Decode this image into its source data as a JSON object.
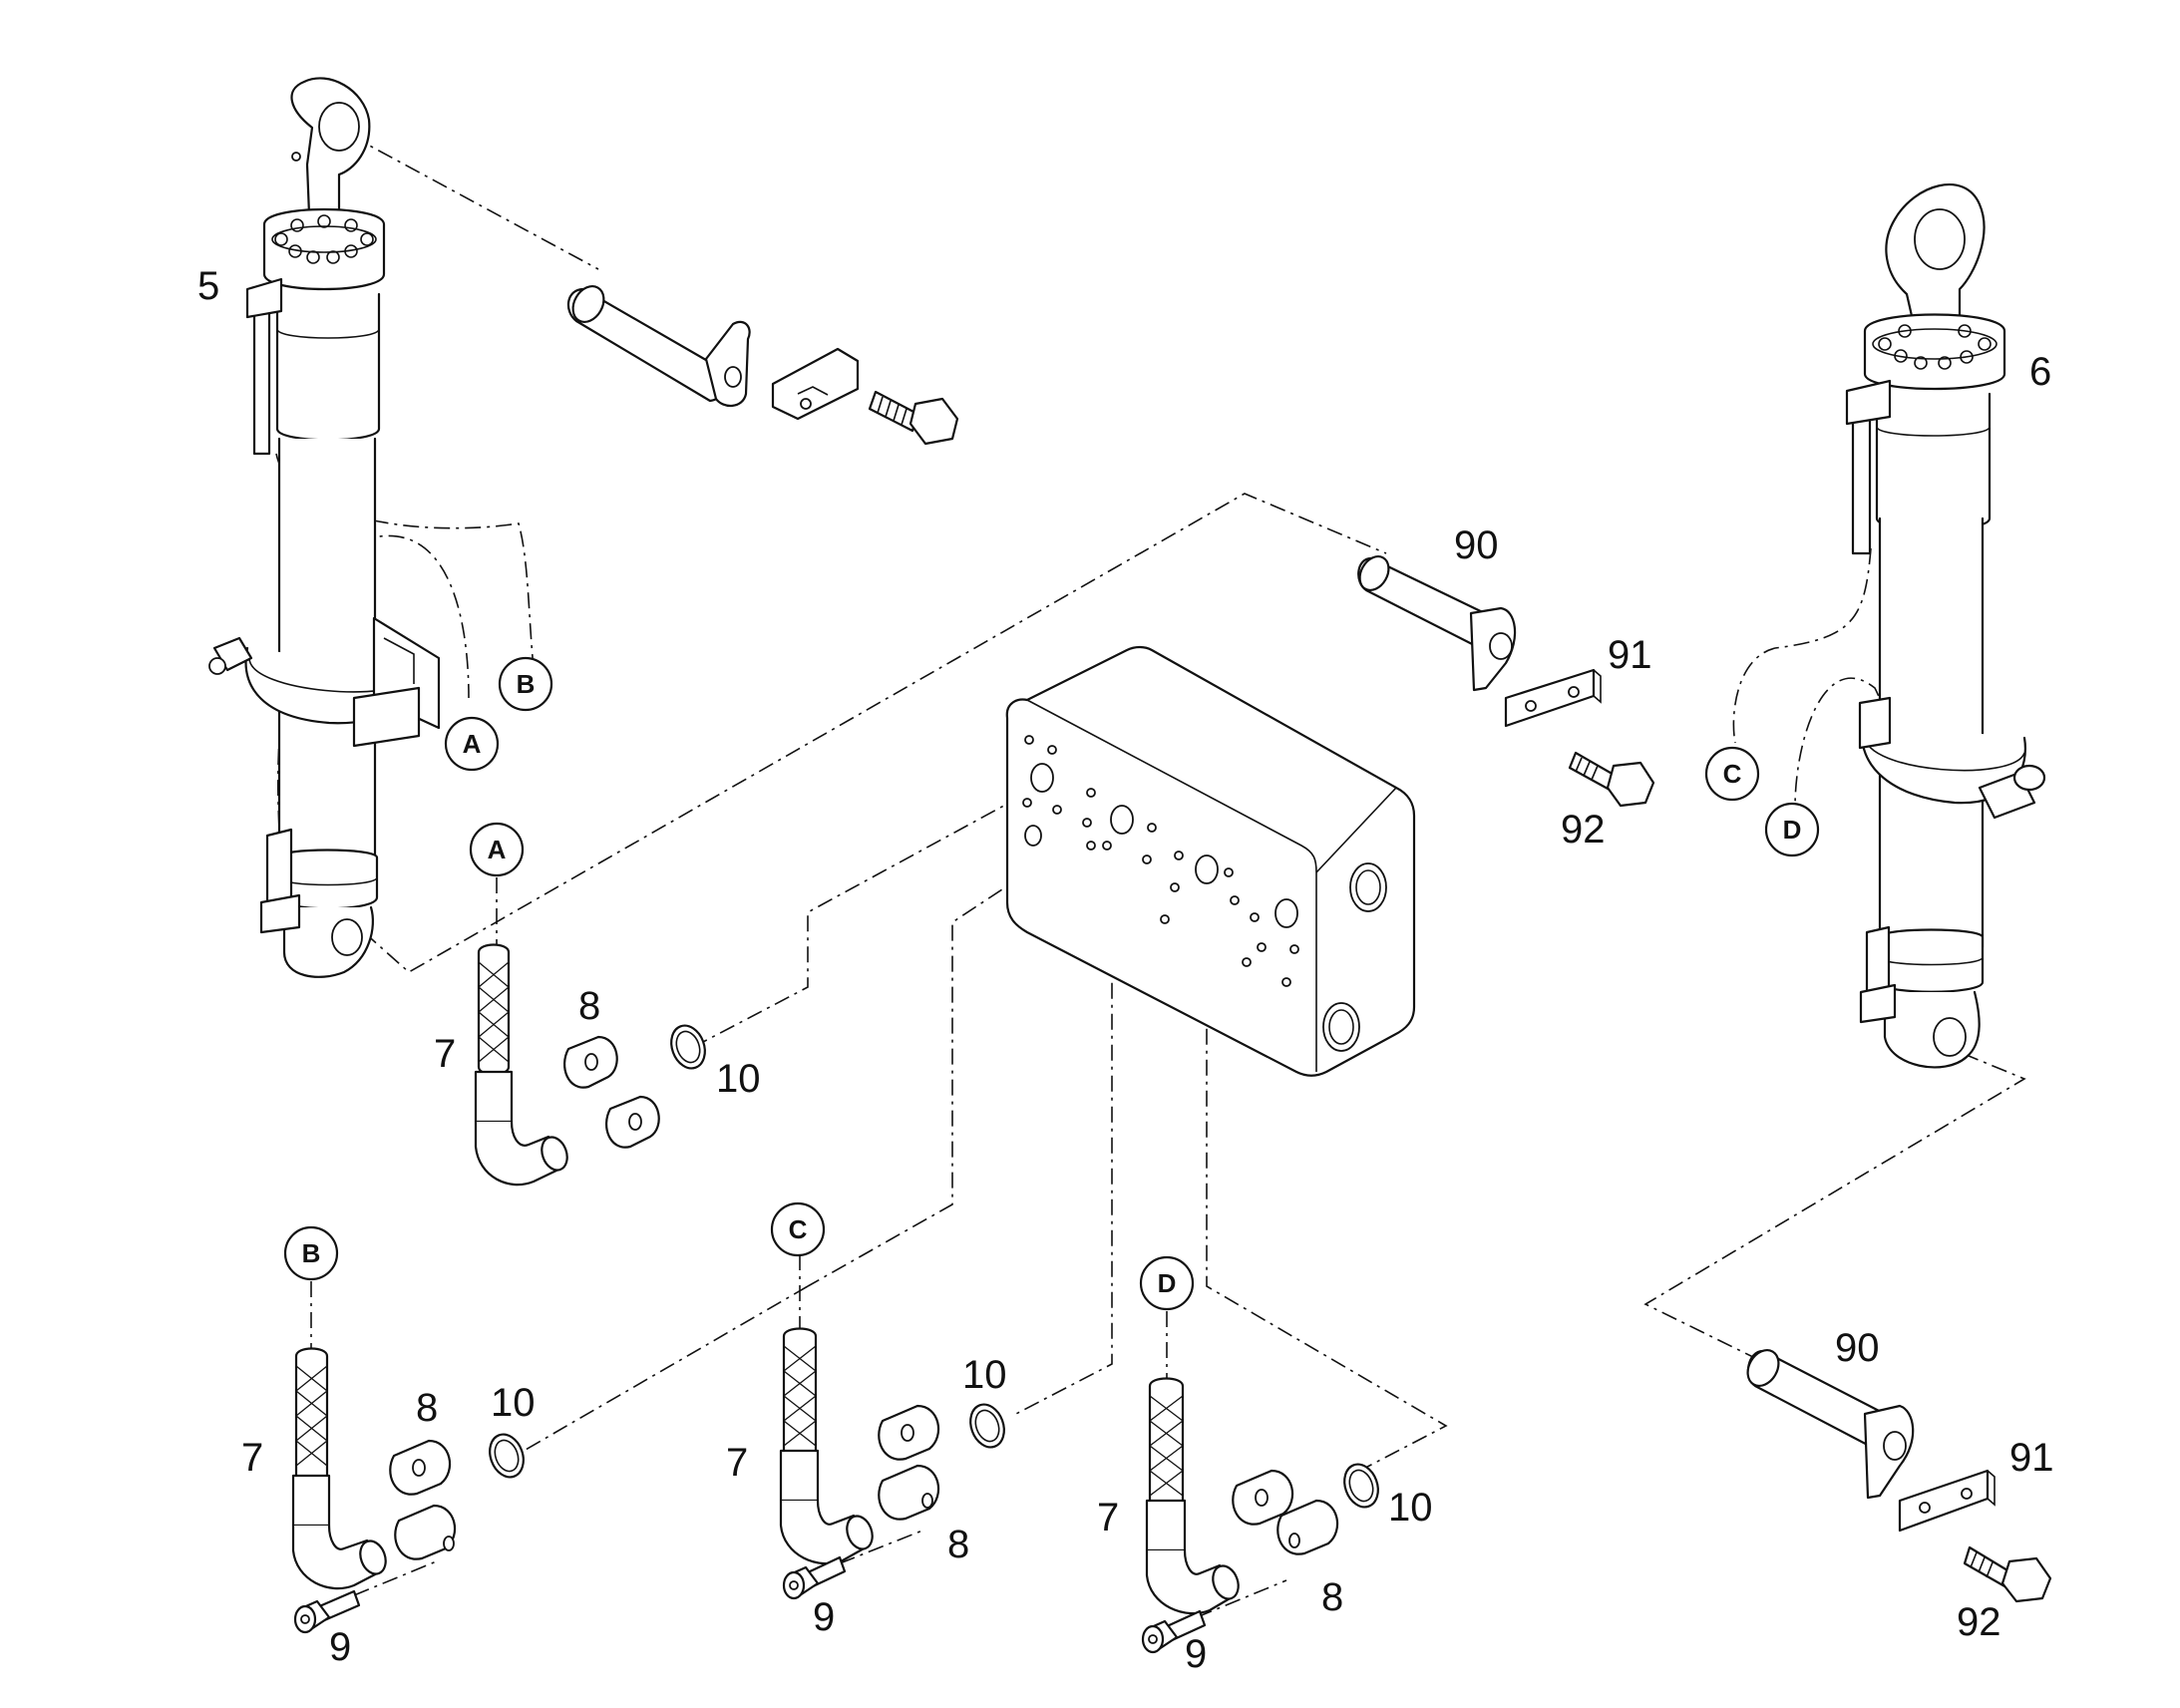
{
  "labels": {
    "cyl_left": "5",
    "cyl_right": "6",
    "pin_top": "90",
    "plate_top": "91",
    "bolt_top": "92",
    "pin_bottom": "90",
    "plate_bottom": "91",
    "bolt_bottom": "92",
    "hose_a": "7",
    "flange_a": "8",
    "oring_a": "10",
    "hose_b": "7",
    "flange_b": "8",
    "oring_b": "10",
    "screw_b": "9",
    "hose_c": "7",
    "flange_c": "8",
    "oring_c": "10",
    "screw_c": "9",
    "hose_d": "7",
    "flange_d": "8",
    "oring_d": "10",
    "screw_d": "9"
  },
  "callouts": {
    "a_left": "A",
    "b_left": "B",
    "c_right": "C",
    "d_right": "D",
    "a_hose": "A",
    "b_hose": "B",
    "c_hose": "C",
    "d_hose": "D"
  }
}
